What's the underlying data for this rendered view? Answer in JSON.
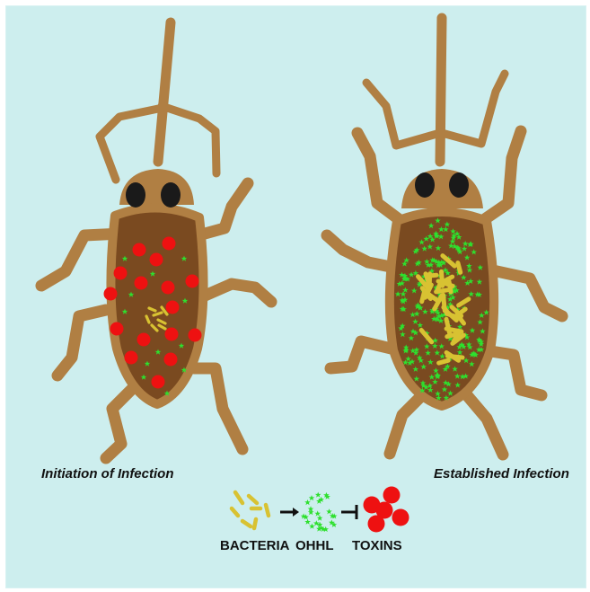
{
  "captions": {
    "left": "Initiation of Infection",
    "right": "Established Infection"
  },
  "legend": {
    "labels": [
      "BACTERIA",
      "OHHL",
      "TOXINS"
    ],
    "arrow_icon": "arrow-right-icon",
    "inhibit_icon": "inhibition-bar-icon"
  },
  "colors": {
    "background": "#cdeeee",
    "insect_body": "#b07f43",
    "abdomen": "#7a4a20",
    "eyes": "#1a1a1a",
    "bacteria": "#d8c232",
    "ohhl": "#2ee02e",
    "toxins": "#ee1111"
  }
}
